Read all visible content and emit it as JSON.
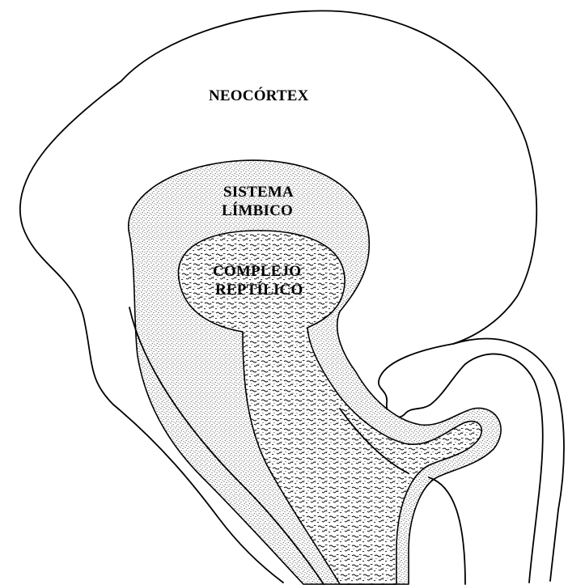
{
  "diagram": {
    "labels": {
      "neocortex": "NEOCÓRTEX",
      "limbic_line1": "SISTEMA",
      "limbic_line2": "LÍMBICO",
      "reptilian_line1": "COMPLEJO",
      "reptilian_line2": "REPTÍLICO"
    },
    "colors": {
      "ink": "#000000",
      "paper": "#ffffff"
    }
  }
}
